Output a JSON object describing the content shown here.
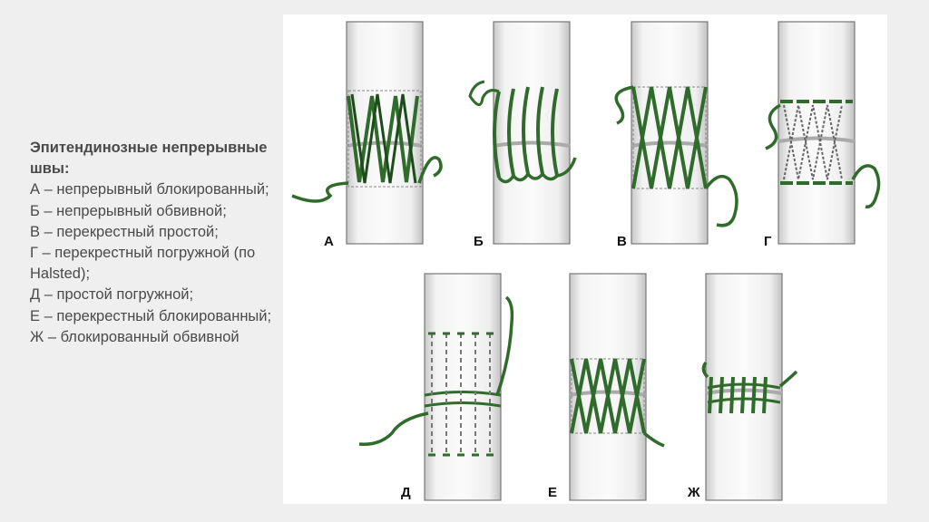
{
  "caption": {
    "title": "Эпитендинозные непрерывные швы:",
    "items": [
      "А – непрерывный блокированный;",
      "Б – непрерывный обвивной;",
      "В – перекрестный простой;",
      "Г – перекрестный погружной (по Halsted);",
      "Д – простой погружной;",
      "Е – перекрестный блокированный;",
      "Ж – блокированный обвивной"
    ]
  },
  "panels": [
    {
      "letter": "А",
      "icon": "locked-continuous-suture"
    },
    {
      "letter": "Б",
      "icon": "continuous-over-and-over-suture"
    },
    {
      "letter": "В",
      "icon": "simple-cross-stitch-suture"
    },
    {
      "letter": "Г",
      "icon": "halsted-buried-cross-suture"
    },
    {
      "letter": "Д",
      "icon": "simple-buried-suture"
    },
    {
      "letter": "Е",
      "icon": "locked-cross-stitch-suture"
    },
    {
      "letter": "Ж",
      "icon": "locked-over-and-over-suture"
    }
  ],
  "colors": {
    "thread": "#2f6b2a",
    "thread_dark": "#1f4a1c",
    "background": "#efefef",
    "tendon_edge": "#6e6e6e",
    "caption_text": "#4a4a4a"
  }
}
